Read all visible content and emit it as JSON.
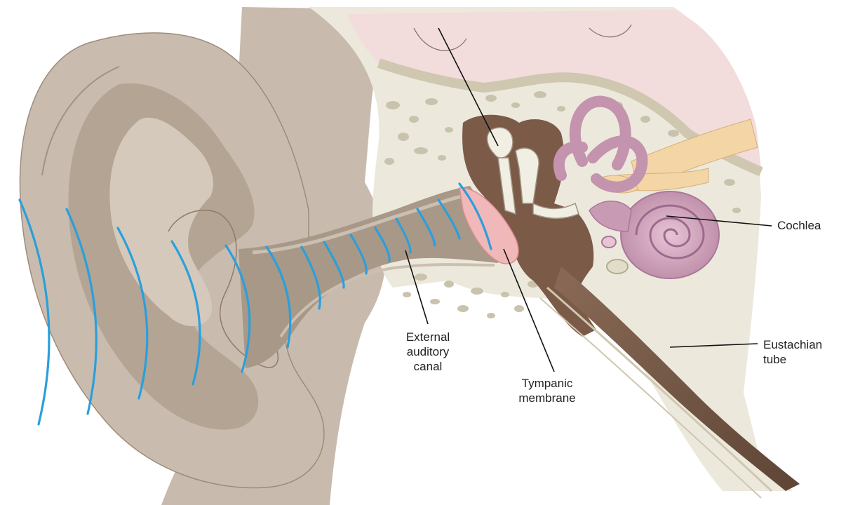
{
  "labels": {
    "external_canal_line1": "External",
    "external_canal_line2": "auditory",
    "external_canal_line3": "canal",
    "tympanic_line1": "Tympanic",
    "tympanic_line2": "membrane",
    "cochlea": "Cochlea",
    "eustachian_line1": "Eustachian",
    "eustachian_line2": "tube"
  },
  "colors": {
    "skin": "#c9bcae",
    "skin_dark": "#a89888",
    "skin_shadow": "#b4a494",
    "bone_bg": "#ece9dc",
    "bone_spot": "#c8c2ad",
    "brain": "#f1dcdc",
    "cavity": "#7b5a48",
    "cochlea": "#c99ab3",
    "cochlea_dark": "#a8789a",
    "nerve": "#f2d3a3",
    "sound_wave": "#2a9fdc",
    "tympanic": "#f0b8b8",
    "leader_line": "#111111"
  },
  "icons": [
    "sound-wave",
    "ear-pinna",
    "cochlea-spiral",
    "ossicles"
  ]
}
